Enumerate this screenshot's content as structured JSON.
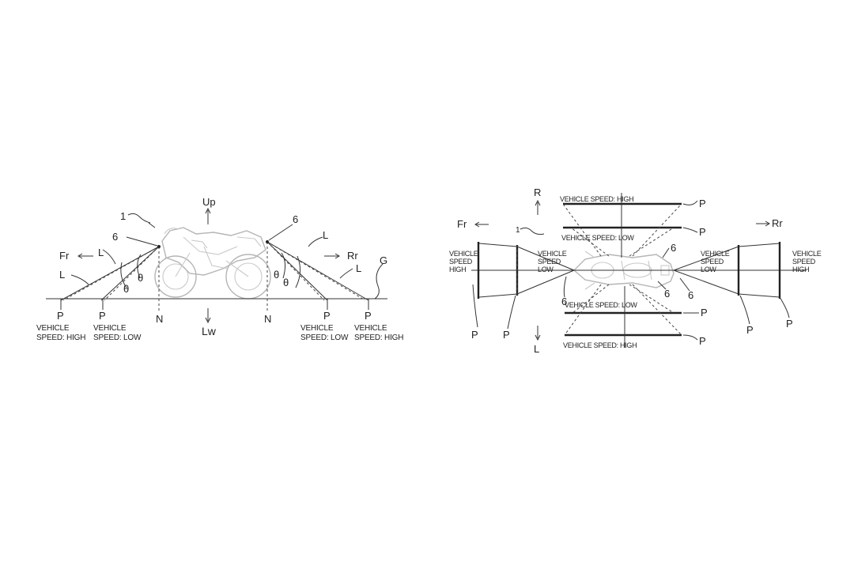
{
  "side_view": {
    "ref_vehicle": "1",
    "ref_lamp_front": "6",
    "ref_lamp_rear": "6",
    "up": "Up",
    "down": "Lw",
    "front": "Fr",
    "rear": "Rr",
    "beam": "L",
    "ground": "G",
    "angle": "θ",
    "vertical_front": "N",
    "vertical_rear": "N",
    "point": "P",
    "labels": {
      "front_high_1": "VEHICLE",
      "front_high_2": "SPEED: HIGH",
      "front_low_1": "VEHICLE",
      "front_low_2": "SPEED: LOW",
      "rear_low_1": "VEHICLE",
      "rear_low_2": "SPEED: LOW",
      "rear_high_1": "VEHICLE",
      "rear_high_2": "SPEED: HIGH"
    }
  },
  "top_view": {
    "ref_vehicle": "1",
    "ref_lamp": "6",
    "right": "R",
    "left": "L",
    "front": "Fr",
    "rear": "Rr",
    "point": "P",
    "right_high": "VEHICLE SPEED: HIGH",
    "right_low": "VEHICLE SPEED: LOW",
    "left_low": "VEHICLE SPEED: LOW",
    "left_high": "VEHICLE SPEED: HIGH",
    "front_high_1": "VEHICLE",
    "front_high_2": "SPEED",
    "front_high_3": "HIGH",
    "front_low_1": "VEHICLE",
    "front_low_2": "SPEED",
    "front_low_3": "LOW",
    "rear_low_1": "VEHICLE",
    "rear_low_2": "SPEED",
    "rear_low_3": "LOW",
    "rear_high_1": "VEHICLE",
    "rear_high_2": "SPEED",
    "rear_high_3": "HIGH"
  }
}
